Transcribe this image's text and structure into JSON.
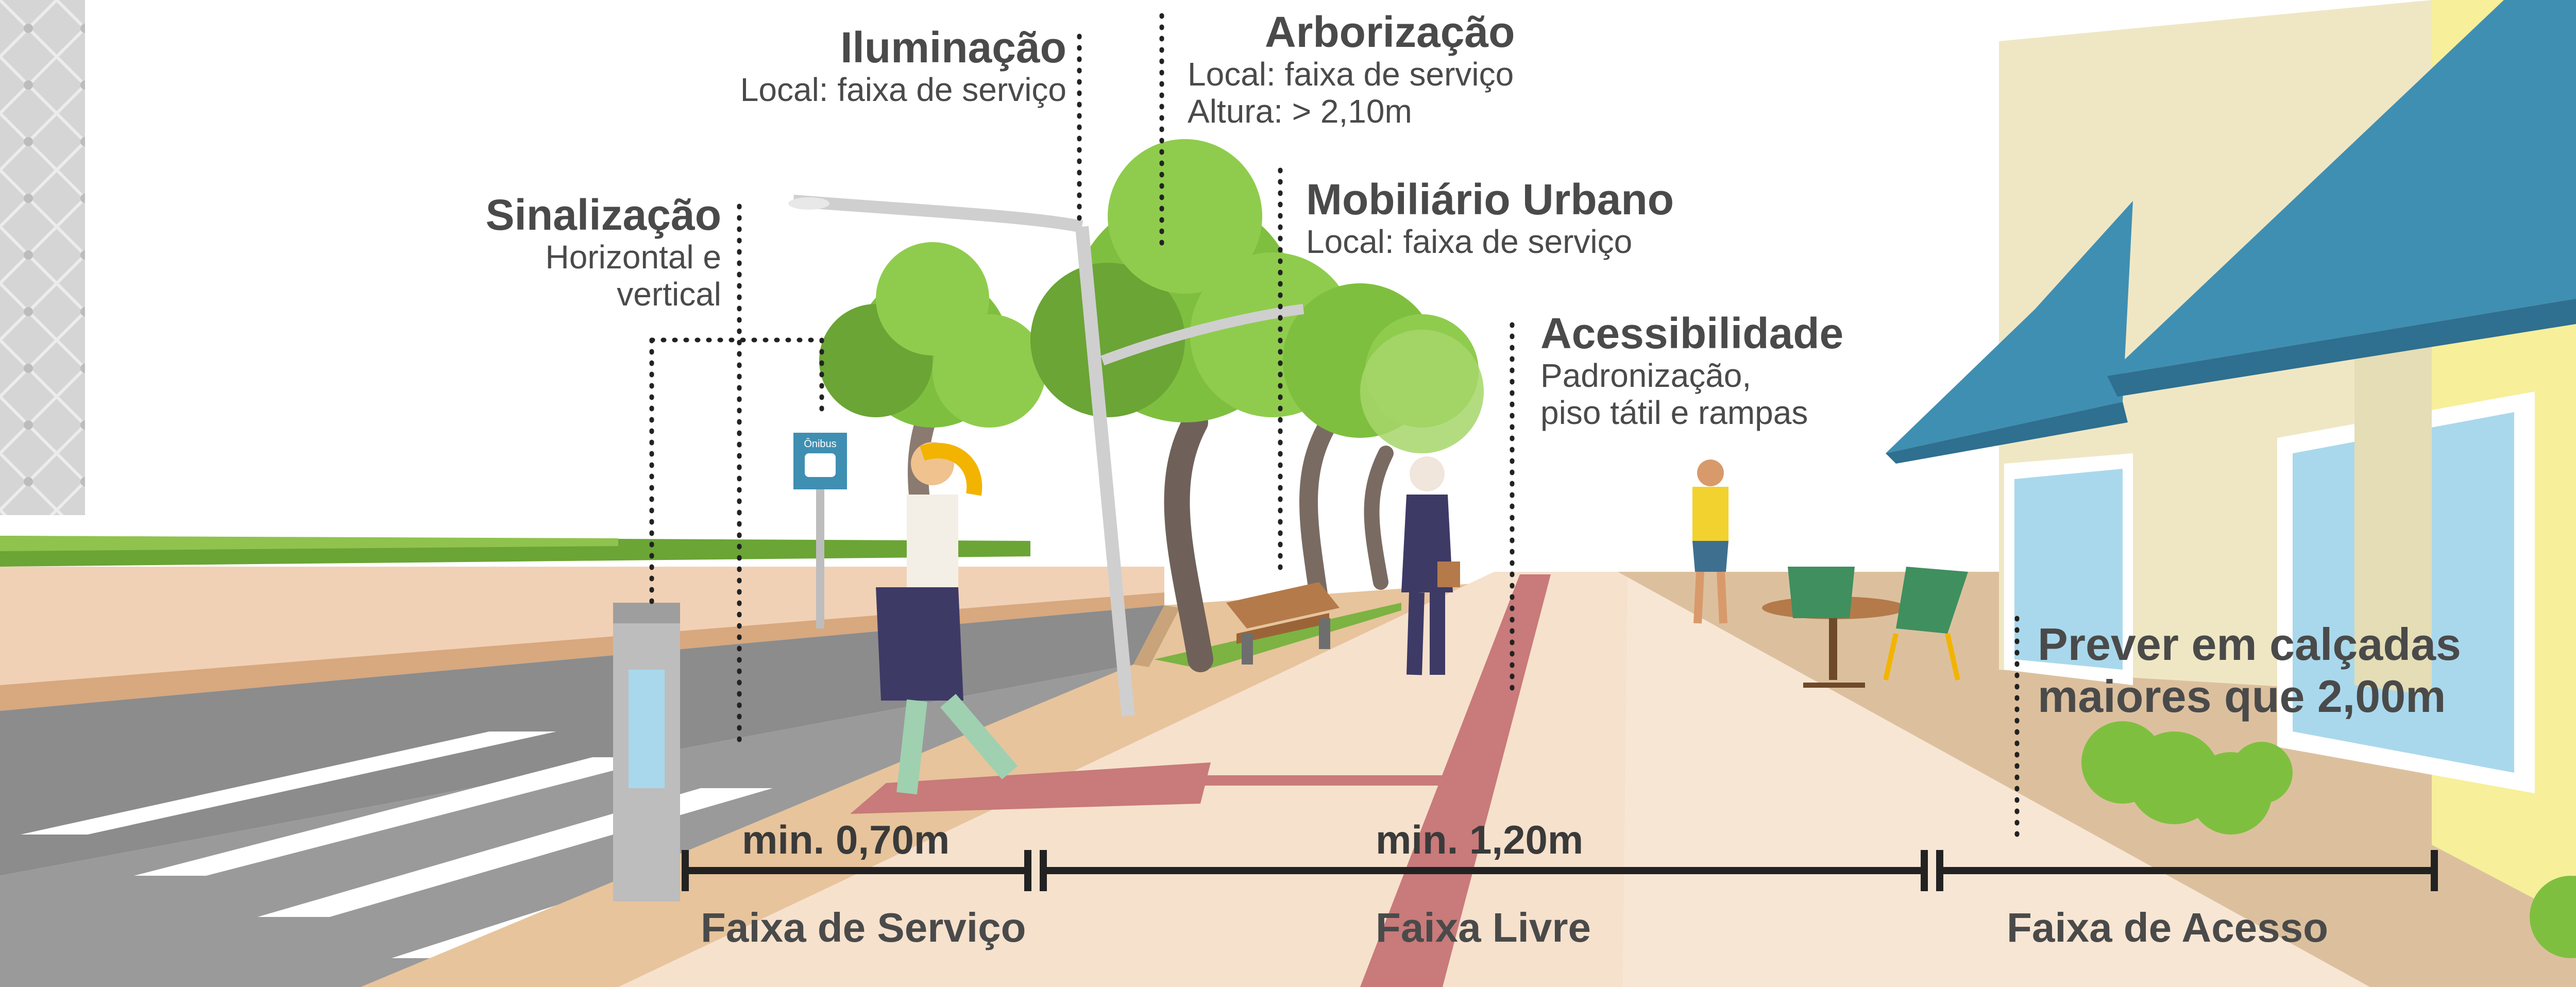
{
  "labels": {
    "iluminacao": {
      "title": "Iluminação",
      "detail": "Local: faixa de serviço"
    },
    "arborizacao": {
      "title": "Arborização",
      "detail1": "Local: faixa de serviço",
      "detail2": "Altura: > 2,10m"
    },
    "mobiliario": {
      "title": "Mobiliário Urbano",
      "detail": "Local: faixa de serviço"
    },
    "sinalizacao": {
      "title": "Sinalização",
      "detail1": "Horizontal e",
      "detail2": "vertical"
    },
    "acessibilidade": {
      "title": "Acessibilidade",
      "detail1": "Padronização,",
      "detail2": "piso tátil e rampas"
    }
  },
  "bus_sign": {
    "text": "Ônibus"
  },
  "note": {
    "line1": "Prever em calçadas",
    "line2": "maiores que 2,00m"
  },
  "measurements": {
    "servico": "min. 0,70m",
    "livre": "min. 1,20m"
  },
  "zones": {
    "servico": "Faixa de Serviço",
    "livre": "Faixa Livre",
    "acesso": "Faixa de Acesso"
  },
  "icons": [
    "bus-stop-sign-icon",
    "street-lamp-icon",
    "bench-icon",
    "tree-icon",
    "cafe-table-icon",
    "chair-icon",
    "shrub-icon",
    "awning-icon",
    "pedestrian-icon"
  ],
  "colors": {
    "tactile_paving": "#c97a7a",
    "free_lane": "#f6e1cd",
    "service_lane": "#e7c49c",
    "access_lane": "#dcc09e",
    "road": "#8c8c8c",
    "tree_green": "#7fbf3f",
    "awning_blue": "#3f8fb3",
    "building_yellow": "#f7ef9a",
    "label_text": "#4a4a4a"
  }
}
